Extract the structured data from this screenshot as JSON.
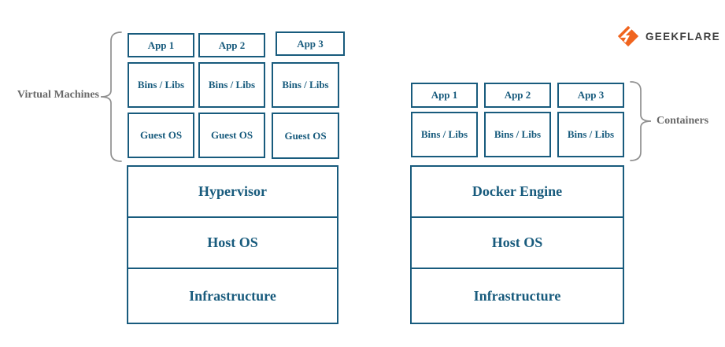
{
  "logo": {
    "brand": "GEEKFLARE"
  },
  "colors": {
    "diagram_blue": "#185b7d",
    "label_gray": "#696969",
    "brace_gray": "#8f8f8f",
    "brand_orange": "#f0641e",
    "brand_text_gray": "#3e3e3e"
  },
  "vm": {
    "label": "Virtual Machines",
    "apps": [
      "App 1",
      "App 2",
      "App 3"
    ],
    "bins": [
      "Bins / Libs",
      "Bins / Libs",
      "Bins / Libs"
    ],
    "guest_os": [
      "Guest OS",
      "Guest OS",
      "Guest OS"
    ],
    "stack": [
      "Hypervisor",
      "Host OS",
      "Infrastructure"
    ]
  },
  "containers": {
    "label": "Containers",
    "apps": [
      "App 1",
      "App 2",
      "App 3"
    ],
    "bins": [
      "Bins / Libs",
      "Bins / Libs",
      "Bins / Libs"
    ],
    "stack": [
      "Docker Engine",
      "Host OS",
      "Infrastructure"
    ]
  }
}
